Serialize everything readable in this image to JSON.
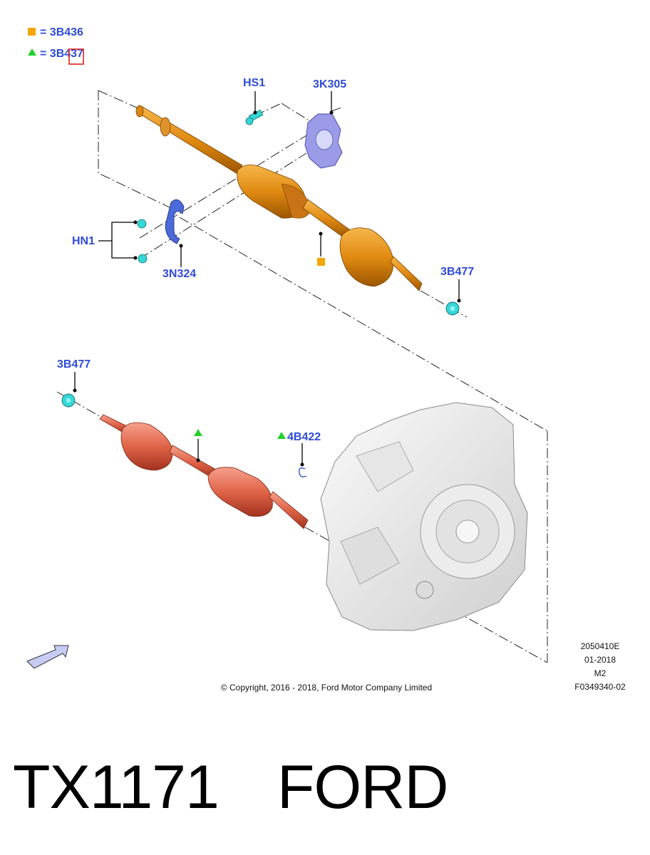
{
  "legend": {
    "item1_symbol_color": "#f5a500",
    "item1_text": "= 3B436",
    "item2_symbol_color": "#22d12b",
    "item2_text": "= 3B437"
  },
  "labels": {
    "hs1": "HS1",
    "k305": "3K305",
    "hn1": "HN1",
    "n324": "3N324",
    "b477_right": "3B477",
    "b477_left": "3B477",
    "b422": "4B422"
  },
  "info": {
    "code": "2050410E",
    "date": "01-2018",
    "variant": "M2",
    "ref": "F0349340-02"
  },
  "copyright": "© Copyright, 2016 - 2018, Ford Motor Company Limited",
  "caption": {
    "part_number": "TX1171",
    "brand": "FORD"
  },
  "colors": {
    "label_blue": "#2f4bd8",
    "right_shaft": "#e8870a",
    "left_shaft": "#e0614a",
    "bracket": "#9b9be8",
    "clip": "#4a6ad8",
    "fastener": "#35d6d6",
    "highlight": "#e02020"
  }
}
